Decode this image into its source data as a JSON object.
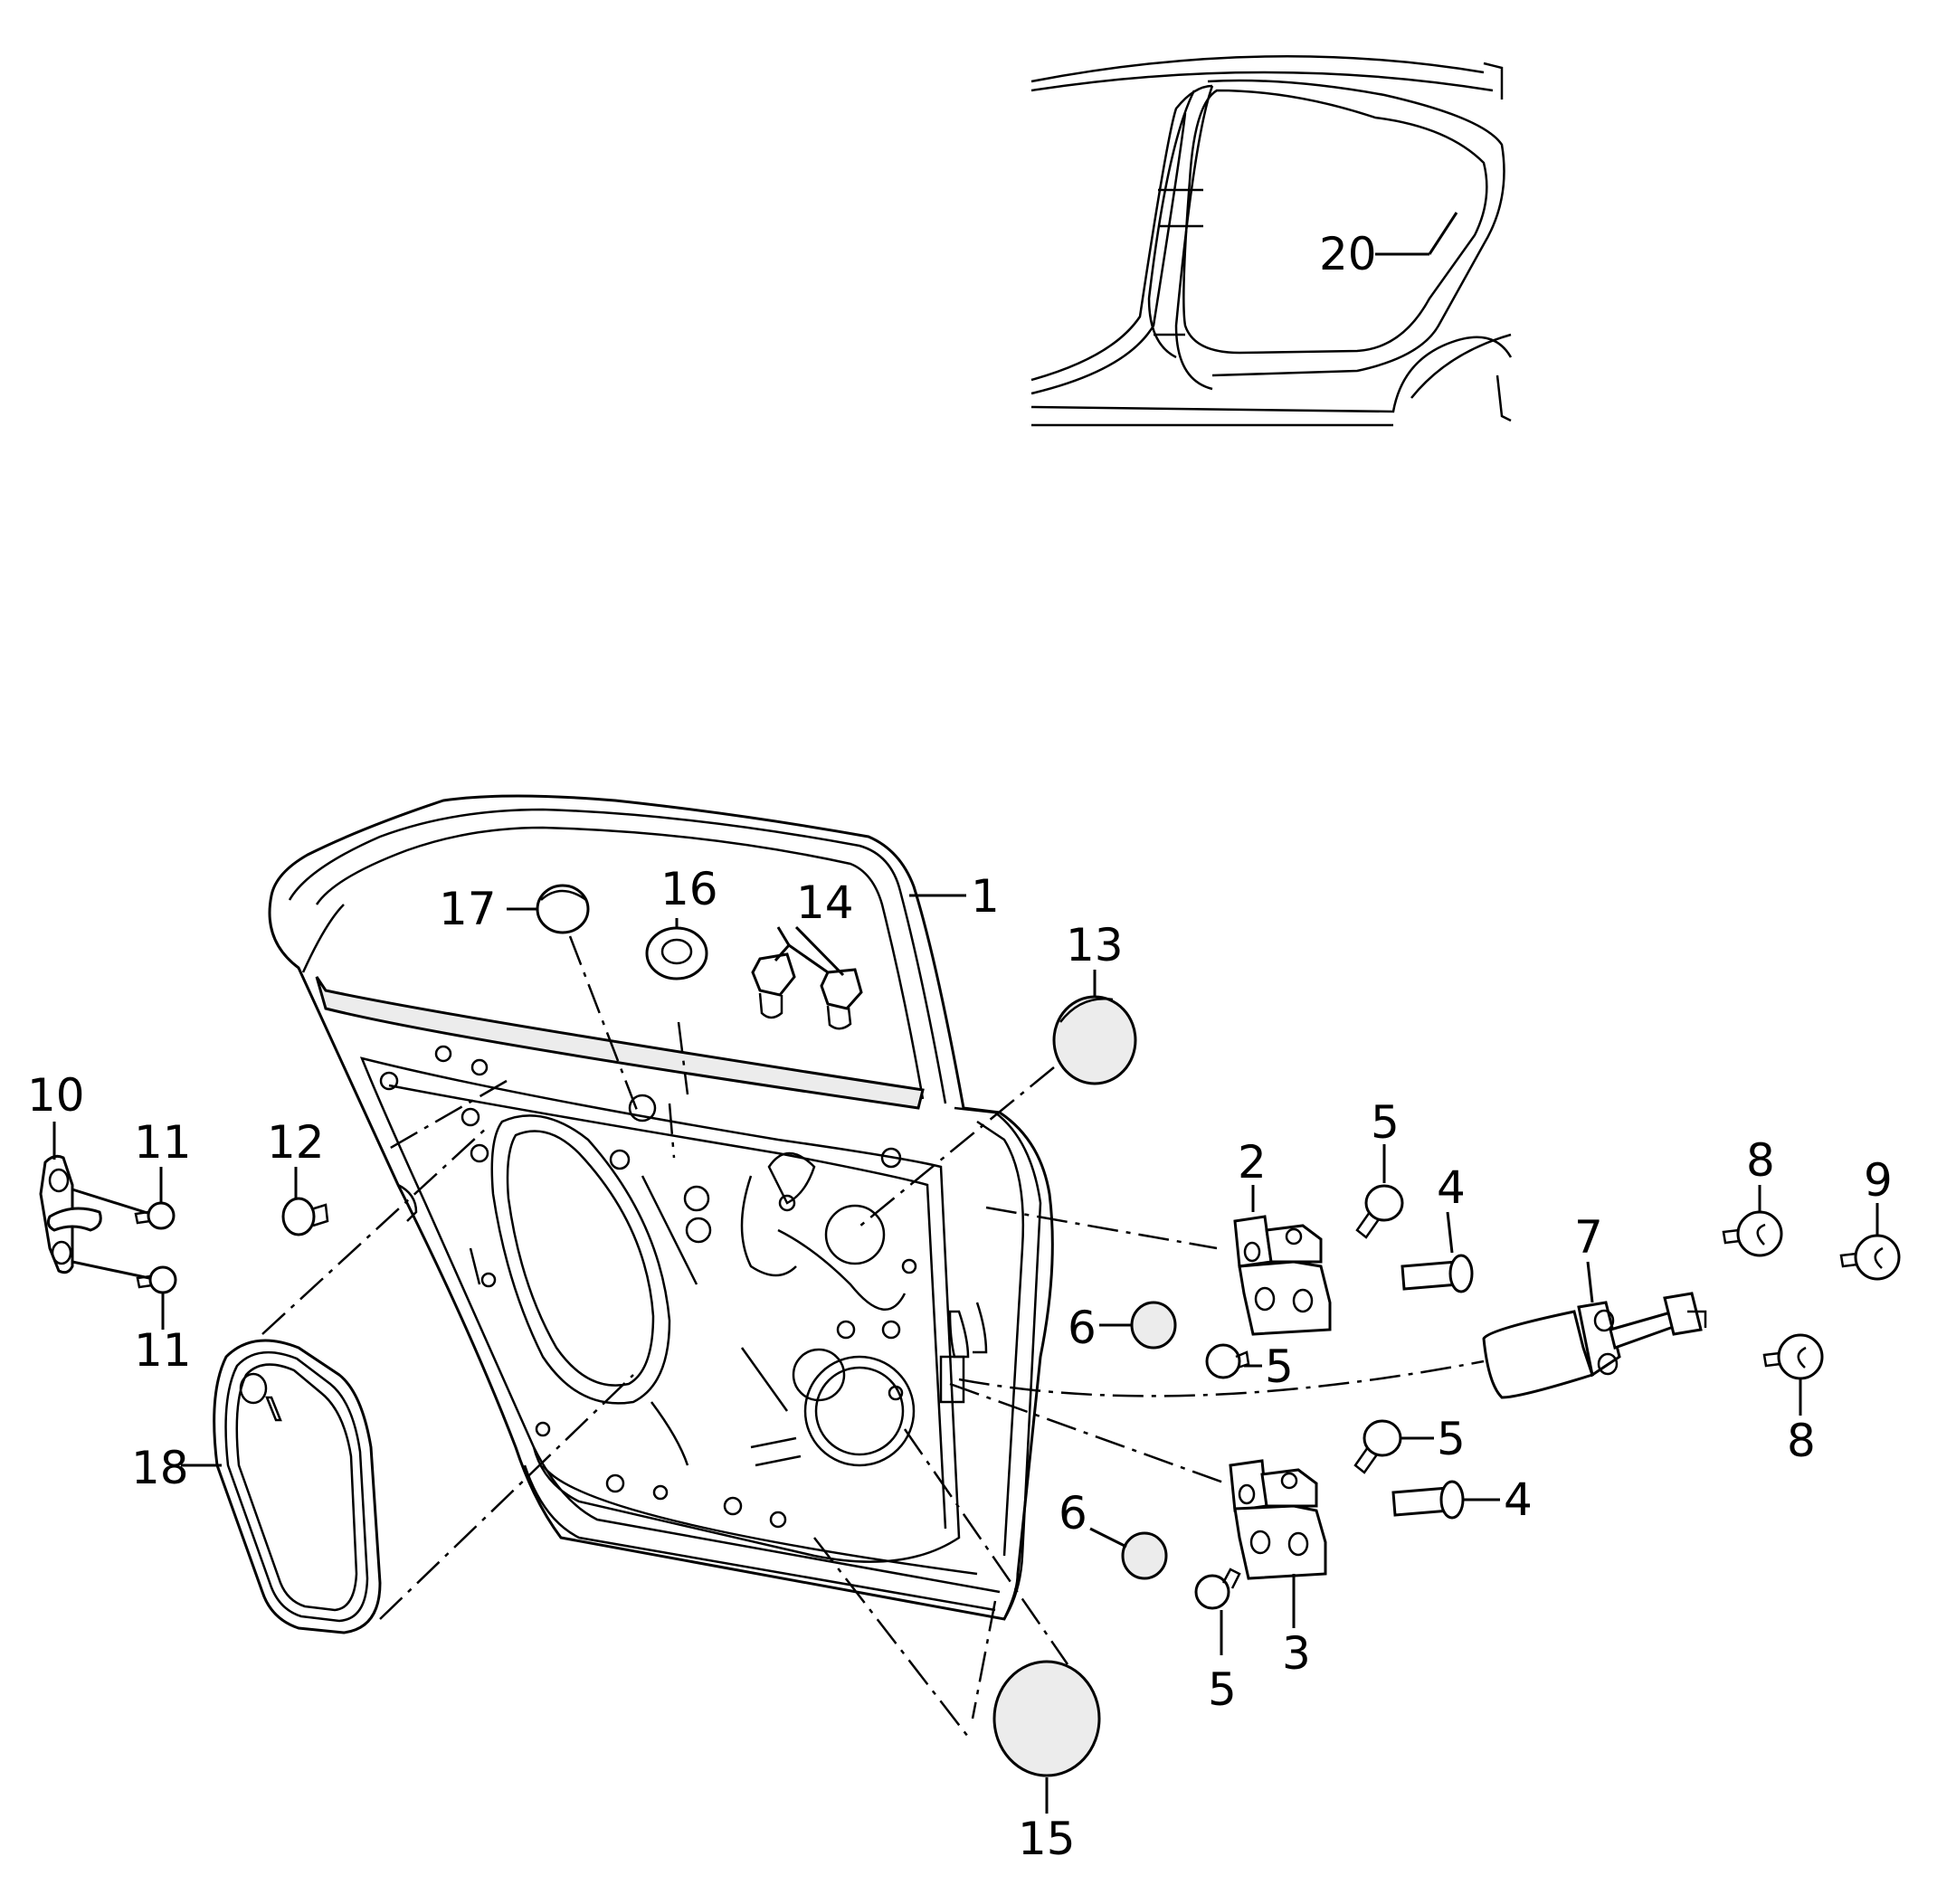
{
  "callouts": [
    {
      "id": "c1",
      "text": "1"
    },
    {
      "id": "c2",
      "text": "2"
    },
    {
      "id": "c3",
      "text": "3"
    },
    {
      "id": "c4a",
      "text": "4"
    },
    {
      "id": "c4b",
      "text": "4"
    },
    {
      "id": "c5a",
      "text": "5"
    },
    {
      "id": "c5b",
      "text": "5"
    },
    {
      "id": "c5c",
      "text": "5"
    },
    {
      "id": "c5d",
      "text": "5"
    },
    {
      "id": "c6a",
      "text": "6"
    },
    {
      "id": "c6b",
      "text": "6"
    },
    {
      "id": "c7",
      "text": "7"
    },
    {
      "id": "c8a",
      "text": "8"
    },
    {
      "id": "c8b",
      "text": "8"
    },
    {
      "id": "c9",
      "text": "9"
    },
    {
      "id": "c10",
      "text": "10"
    },
    {
      "id": "c11a",
      "text": "11"
    },
    {
      "id": "c11b",
      "text": "11"
    },
    {
      "id": "c12",
      "text": "12"
    },
    {
      "id": "c13",
      "text": "13"
    },
    {
      "id": "c14",
      "text": "14"
    },
    {
      "id": "c15",
      "text": "15"
    },
    {
      "id": "c16",
      "text": "16"
    },
    {
      "id": "c17",
      "text": "17"
    },
    {
      "id": "c18",
      "text": "18"
    },
    {
      "id": "c20",
      "text": "20"
    }
  ]
}
